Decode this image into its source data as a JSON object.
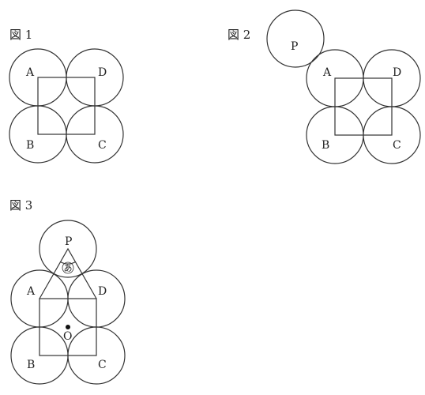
{
  "figures": {
    "fig1": {
      "title": "図 1",
      "labels": {
        "A": "A",
        "B": "B",
        "C": "C",
        "D": "D"
      }
    },
    "fig2": {
      "title": "図 2",
      "labels": {
        "P": "P",
        "A": "A",
        "B": "B",
        "C": "C",
        "D": "D"
      }
    },
    "fig3": {
      "title": "図 3",
      "labels": {
        "P": "P",
        "A": "A",
        "B": "B",
        "C": "C",
        "D": "D",
        "O": "O"
      },
      "angle_label": "あ"
    }
  }
}
